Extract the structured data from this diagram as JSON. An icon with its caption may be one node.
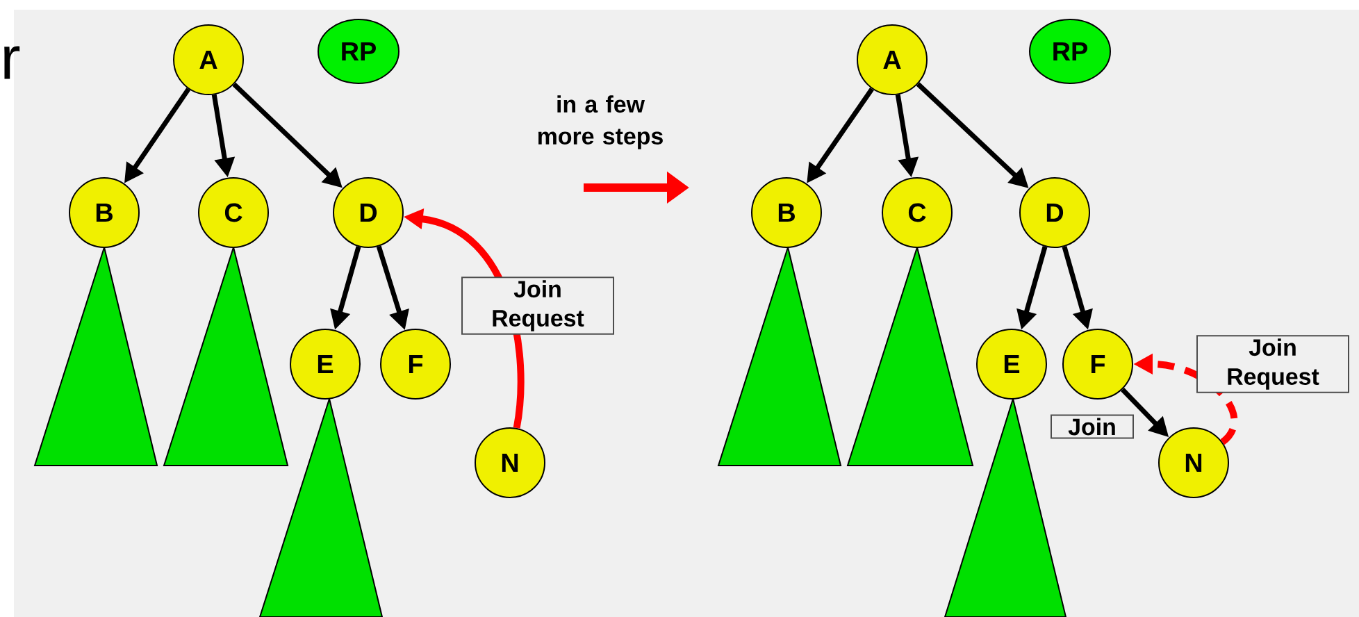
{
  "diagram": {
    "nodes": [
      {
        "text": [
          "A"
        ]
      },
      {
        "text": [
          "RP"
        ]
      },
      {
        "text": [
          "B"
        ]
      },
      {
        "text": [
          "C"
        ]
      },
      {
        "text": [
          "D"
        ]
      },
      {
        "text": [
          "E"
        ]
      },
      {
        "text": [
          "F"
        ]
      },
      {
        "text": [
          "N"
        ]
      },
      {
        "text": [
          "A"
        ]
      },
      {
        "text": [
          "RP"
        ]
      },
      {
        "text": [
          "B"
        ]
      },
      {
        "text": [
          "C"
        ]
      },
      {
        "text": [
          "D"
        ]
      },
      {
        "text": [
          "E"
        ]
      },
      {
        "text": [
          "F"
        ]
      },
      {
        "text": [
          "N"
        ]
      },
      {
        "text": [],
        "shape": "triangle"
      },
      {
        "text": [],
        "shape": "triangle"
      },
      {
        "text": [],
        "shape": "triangle"
      },
      {
        "text": [],
        "shape": "triangle"
      },
      {
        "text": [],
        "shape": "triangle"
      },
      {
        "text": [],
        "shape": "triangle"
      }
    ],
    "edges": [
      {
        "from": 0,
        "to": 2,
        "arrow": "to"
      },
      {
        "from": 0,
        "to": 3,
        "arrow": "to"
      },
      {
        "from": 0,
        "to": 4,
        "arrow": "to"
      },
      {
        "from": 4,
        "to": 5,
        "arrow": "to"
      },
      {
        "from": 4,
        "to": 6,
        "arrow": "to"
      },
      {
        "from": 7,
        "to": 4,
        "arrow": "to",
        "label": "Join Request",
        "color": "#ff0000"
      },
      {
        "from": 8,
        "to": 10,
        "arrow": "to"
      },
      {
        "from": 8,
        "to": 11,
        "arrow": "to"
      },
      {
        "from": 8,
        "to": 12,
        "arrow": "to"
      },
      {
        "from": 12,
        "to": 13,
        "arrow": "to"
      },
      {
        "from": 12,
        "to": 14,
        "arrow": "to"
      },
      {
        "from": 15,
        "to": 14,
        "arrow": "to",
        "label": "Join Request",
        "style": "dashed",
        "color": "#ff0000"
      },
      {
        "from": 14,
        "to": 15,
        "arrow": "to",
        "label": "Join"
      }
    ],
    "labels": [
      "r",
      "in a few more steps"
    ]
  }
}
